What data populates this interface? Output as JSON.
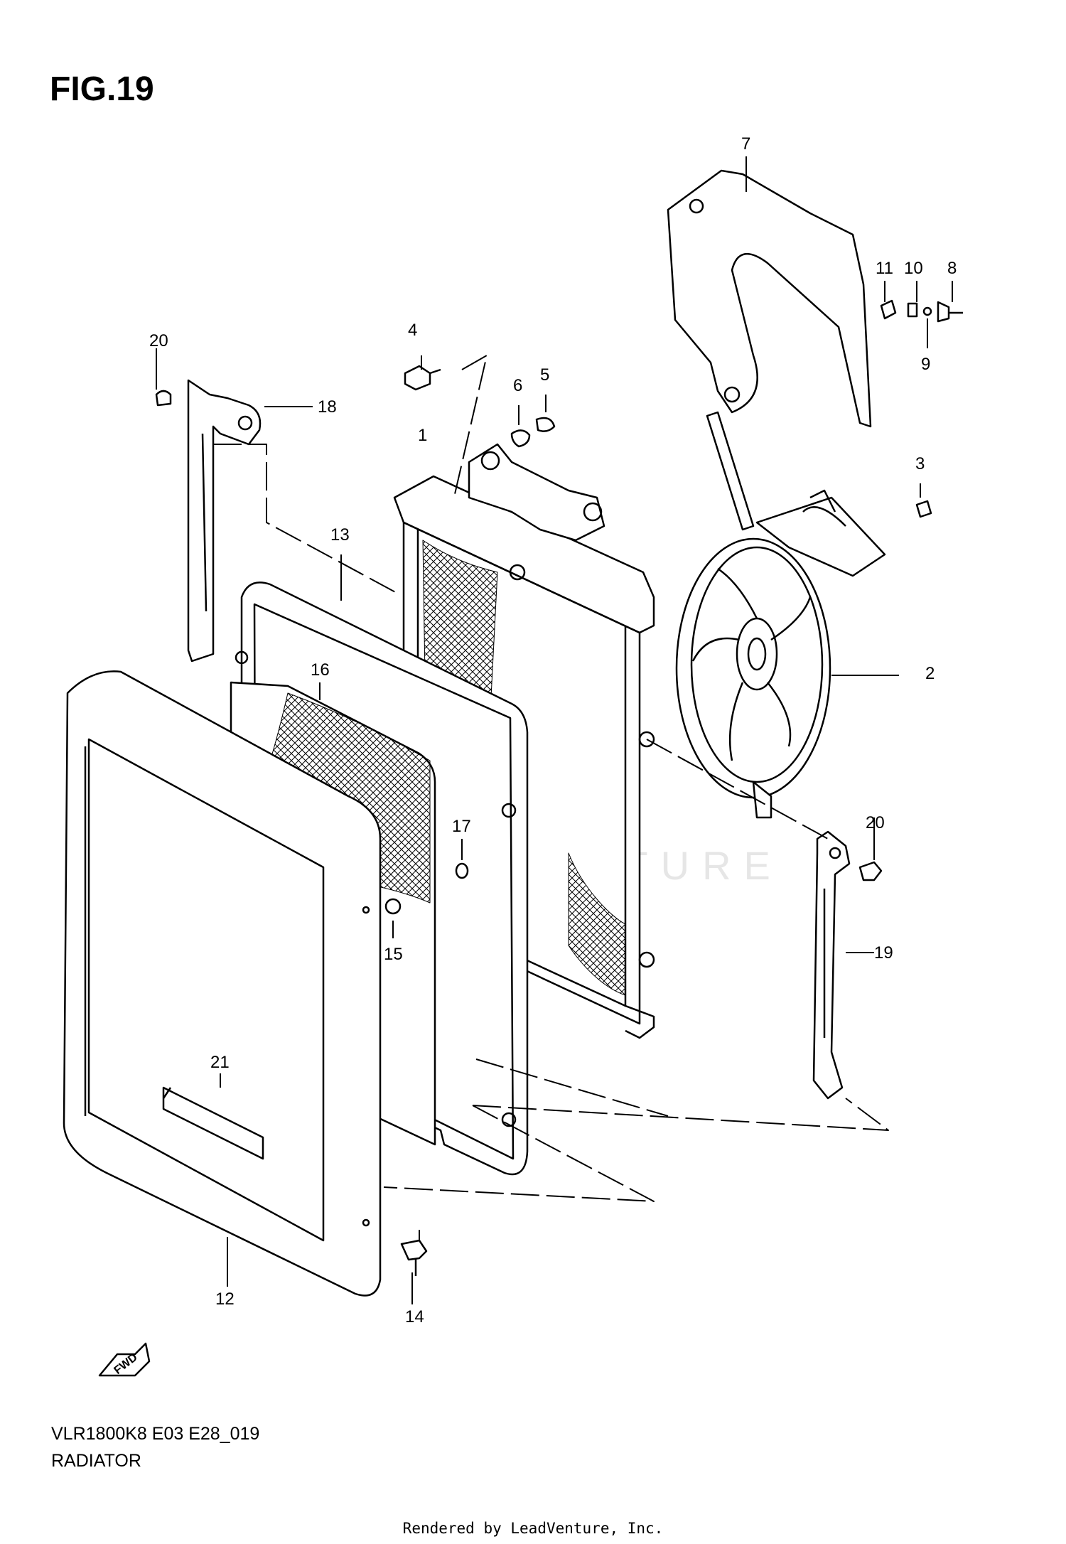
{
  "figure": {
    "title": "FIG.19",
    "model_code": "VLR1800K8 E03 E28_019",
    "section_name": "RADIATOR",
    "credit": "Rendered by LeadVenture, Inc.",
    "watermark": "LEADVENTURE",
    "fwd_label": "FWD"
  },
  "callouts": [
    {
      "id": "1",
      "label": "1"
    },
    {
      "id": "2",
      "label": "2"
    },
    {
      "id": "3",
      "label": "3"
    },
    {
      "id": "4",
      "label": "4"
    },
    {
      "id": "5",
      "label": "5"
    },
    {
      "id": "6",
      "label": "6"
    },
    {
      "id": "7",
      "label": "7"
    },
    {
      "id": "8",
      "label": "8"
    },
    {
      "id": "9",
      "label": "9"
    },
    {
      "id": "10",
      "label": "10"
    },
    {
      "id": "11",
      "label": "11"
    },
    {
      "id": "12",
      "label": "12"
    },
    {
      "id": "13",
      "label": "13"
    },
    {
      "id": "14",
      "label": "14"
    },
    {
      "id": "15",
      "label": "15"
    },
    {
      "id": "16",
      "label": "16"
    },
    {
      "id": "17",
      "label": "17"
    },
    {
      "id": "18",
      "label": "18"
    },
    {
      "id": "19",
      "label": "19"
    },
    {
      "id": "20a",
      "label": "20"
    },
    {
      "id": "20b",
      "label": "20"
    },
    {
      "id": "21",
      "label": "21"
    }
  ],
  "colors": {
    "line": "#000000",
    "watermark": "#e6e6e6"
  }
}
